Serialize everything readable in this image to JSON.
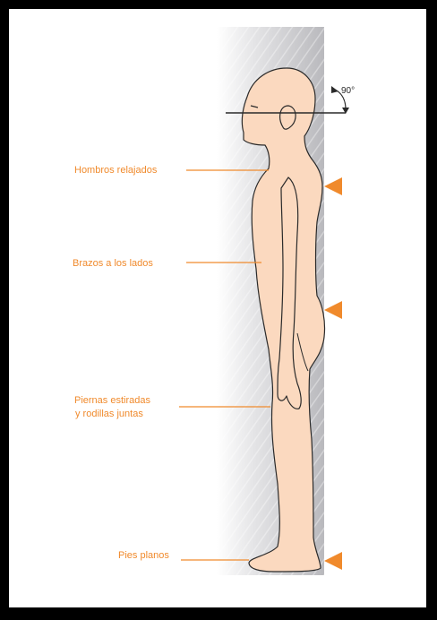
{
  "colors": {
    "accent": "#f08a2c",
    "skin": "#fbd9bf",
    "outline": "#2a2a2a",
    "wall": "#c9c9cc"
  },
  "angle": {
    "value": "90°",
    "icon": "curved-arrow-icon"
  },
  "labels": {
    "shoulders": "Hombros relajados",
    "arms": "Brazos a los lados",
    "legs_line1": "Piernas estiradas",
    "legs_line2": "y rodillas juntas",
    "feet": "Pies planos"
  },
  "markers": [
    "triangle-marker-icon",
    "triangle-marker-icon",
    "triangle-marker-icon"
  ]
}
